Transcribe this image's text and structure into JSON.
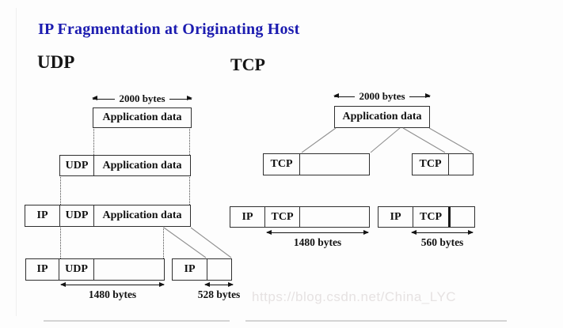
{
  "title": "IP Fragmentation at Originating Host",
  "watermark": "https://blog.csdn.net/China_LYC",
  "labels": {
    "ip": "IP",
    "udp": "UDP",
    "tcp": "TCP",
    "application_data": "Application data"
  },
  "udp_diagram": {
    "heading": "UDP",
    "total_size": "2000 bytes",
    "fragment1_size": "1480 bytes",
    "fragment2_size": "528 bytes"
  },
  "tcp_diagram": {
    "heading": "TCP",
    "total_size": "2000 bytes",
    "segment1_size": "1480 bytes",
    "segment2_size": "560 bytes"
  },
  "colors": {
    "title": "#1c1cb0",
    "box_border": "#2f2f2f",
    "diagonal_line": "#8f8f8f",
    "watermark": "#e6e2e2"
  }
}
